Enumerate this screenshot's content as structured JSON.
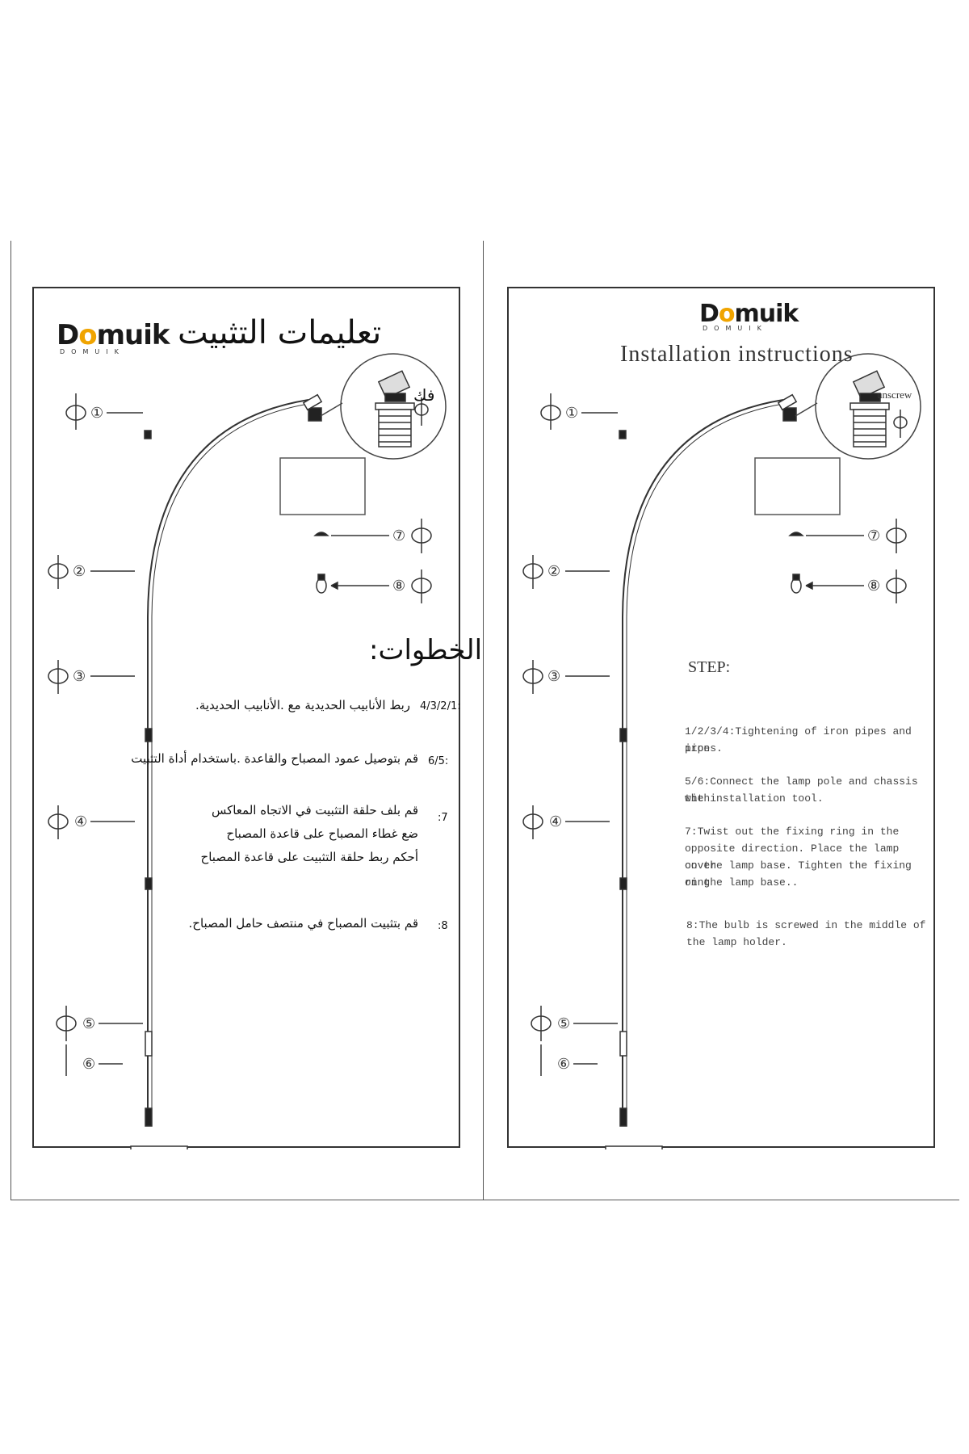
{
  "brand": {
    "name_pre": "D",
    "name_o": "o",
    "name_post": "muik",
    "sub": "DOMUIK"
  },
  "left_panel": {
    "title": "تعليمات التثبيت",
    "unscrew_label": "فك",
    "steps_heading": "الخطوات:",
    "steps": [
      {
        "num": "4/3/2/1:",
        "text": "ربط الأنابيب الحديدية مع .الأنابيب الحديدية."
      },
      {
        "num": "6/5:",
        "text": "قم بتوصيل عمود المصباح والقاعدة .باستخدام أداة التثبيت"
      },
      {
        "num": ":7",
        "lines": [
          "قم بلف حلقة التثبيت في الاتجاه المعاكس",
          "ضع غطاء المصباح على قاعدة المصباح",
          "أحكم ربط حلقة التثبيت على قاعدة المصباح"
        ]
      },
      {
        "num": ":8",
        "text": "قم بتثبيت المصباح في منتصف حامل المصباح."
      }
    ]
  },
  "right_panel": {
    "title": "Installation instructions",
    "unscrew_label": "unscrew",
    "steps_heading": "STEP:",
    "steps": [
      {
        "lines": [
          "1/2/3/4:Tightening of iron pipes and iron",
          "pipes."
        ]
      },
      {
        "lines": [
          "5/6:Connect the lamp pole and chassis with",
          "the installation tool."
        ]
      },
      {
        "lines": [
          "7:Twist out the fixing ring in the",
          "opposite direction. Place the lamp cover",
          "on the lamp base. Tighten the fixing ring",
          "on the lamp base.."
        ]
      },
      {
        "lines": [
          "8:The bulb is screwed in the middle of",
          "the lamp holder."
        ]
      }
    ]
  },
  "part_numbers": [
    "①",
    "②",
    "③",
    "④",
    "⑤",
    "⑥",
    "⑦",
    "⑧"
  ]
}
